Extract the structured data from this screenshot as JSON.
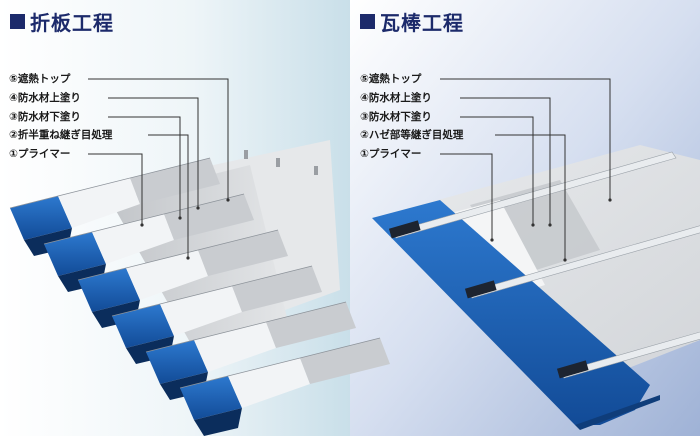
{
  "left_panel": {
    "title": "折板工程",
    "labels": [
      "⑤遮熱トップ",
      "④防水材上塗り",
      "③防水材下塗り",
      "②折半重ね継ぎ目処理",
      "①プライマー"
    ]
  },
  "right_panel": {
    "title": "瓦棒工程",
    "labels": [
      "⑤遮熱トップ",
      "④防水材上塗り",
      "③防水材下塗り",
      "②ハゼ部等継ぎ目処理",
      "①プライマー"
    ]
  },
  "colors": {
    "title": "#1c2a6b",
    "primer_blue": "#1a5fb4",
    "seam_white": "#f2f4f6",
    "base_coat_grey": "#c9ccd0",
    "top_coat_grey": "#d6d8db",
    "heat_shield_light": "#e8eaec",
    "leader_line": "#333333"
  }
}
